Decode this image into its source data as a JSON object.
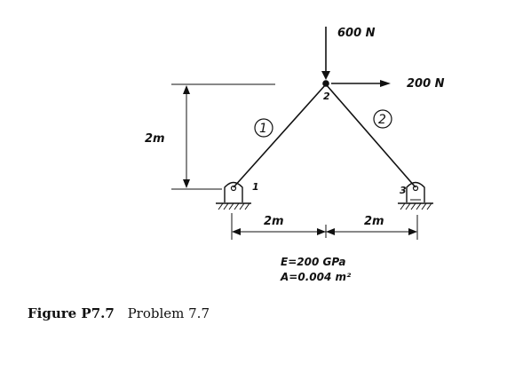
{
  "loads": {
    "vertical": "600 N",
    "horizontal": "200 N"
  },
  "dimensions": {
    "height": "2m",
    "left_span": "2m",
    "right_span": "2m"
  },
  "nodes": {
    "node1": "1",
    "node2": "2",
    "node3": "3"
  },
  "elements": {
    "elem1": "1",
    "elem2": "2"
  },
  "properties": {
    "modulus": "E=200 GPa",
    "area": "A=0.004 m²"
  },
  "caption": {
    "figure": "Figure P7.7",
    "problem": "Problem 7.7"
  }
}
